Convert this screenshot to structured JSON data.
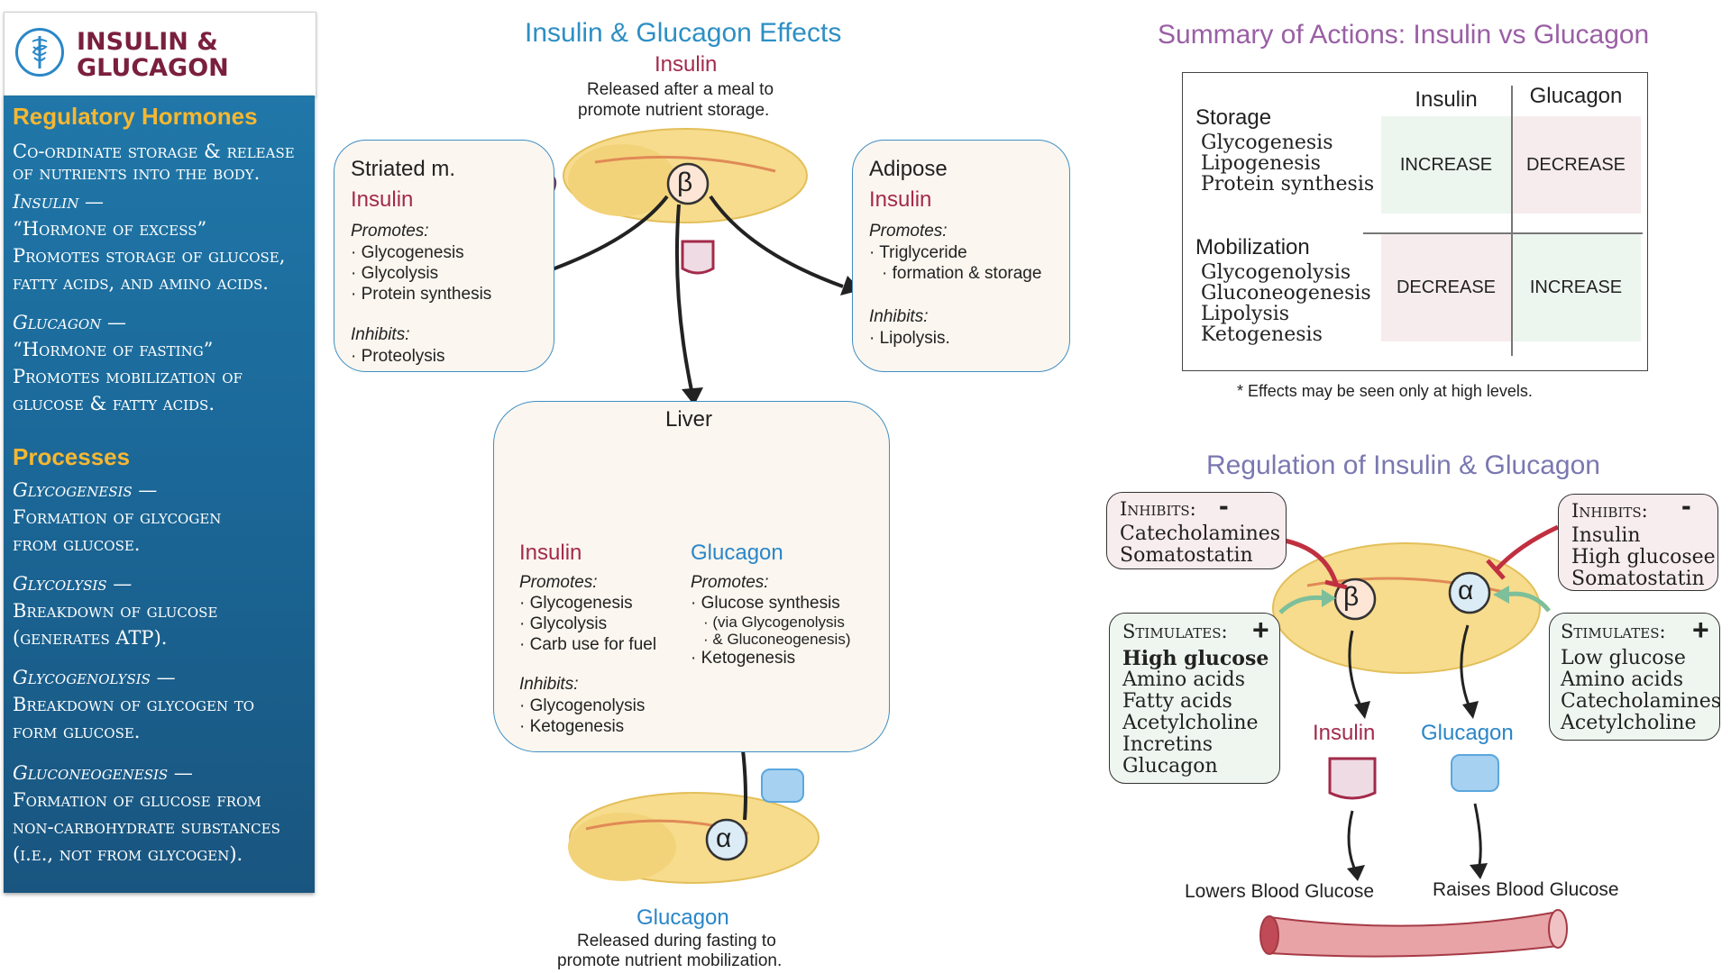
{
  "header": {
    "title_line1": "INSULIN &",
    "title_line2": "GLUCAGON",
    "logo_icon": "caduceus-icon"
  },
  "left": {
    "reg_heading": "Regulatory Hormones",
    "reg_lines": [
      "Co-ordinate storage & release",
      "of nutrients into the body."
    ],
    "insulin_label": "Insulin —",
    "insulin_lines": [
      "“Hormone of excess”",
      "Promotes storage of glucose,",
      "fatty acids, and amino acids."
    ],
    "glucagon_label": "Glucagon —",
    "glucagon_lines": [
      "“Hormone of fasting”",
      "Promotes mobilization of",
      "glucose & fatty acids."
    ],
    "proc_heading": "Processes",
    "processes": [
      {
        "name": "Glycogenesis —",
        "lines": [
          "Formation of glycogen",
          "from glucose."
        ]
      },
      {
        "name": "Glycolysis —",
        "lines": [
          "Breakdown of glucose",
          "(generates ATP)."
        ]
      },
      {
        "name": "Glycogenolysis —",
        "lines": [
          "Breakdown of glycogen to",
          "form glucose."
        ]
      },
      {
        "name": "Gluconeogenesis —",
        "lines": [
          "Formation of glucose from",
          "non-carbohydrate substances",
          "(i.e., not from glycogen)."
        ]
      }
    ]
  },
  "center": {
    "title": "Insulin & Glucagon Effects",
    "insulin_label": "Insulin",
    "insulin_desc1": "Released after a meal to",
    "insulin_desc2": "promote nutrient storage.",
    "beta_symbol": "β",
    "alpha_symbol": "α",
    "glucagon_label": "Glucagon",
    "glucagon_desc1": "Released during fasting to",
    "glucagon_desc2": "promote nutrient mobilization.",
    "muscle": {
      "title": "Striated m.",
      "hormone": "Insulin",
      "promotes_label": "Promotes:",
      "promotes": [
        "Glycogenesis",
        "Glycolysis",
        "Protein synthesis"
      ],
      "inhibits_label": "Inhibits:",
      "inhibits": [
        "Proteolysis"
      ]
    },
    "adipose": {
      "title": "Adipose",
      "hormone": "Insulin",
      "promotes_label": "Promotes:",
      "promotes": [
        "Triglyceride",
        "formation & storage"
      ],
      "inhibits_label": "Inhibits:",
      "inhibits": [
        "Lipolysis."
      ]
    },
    "liver": {
      "title": "Liver",
      "insulin": "Insulin",
      "ins_promotes_label": "Promotes:",
      "ins_promotes": [
        "Glycogenesis",
        "Glycolysis",
        "Carb use for fuel"
      ],
      "ins_inhibits_label": "Inhibits:",
      "ins_inhibits": [
        "Glycogenolysis",
        "Ketogenesis"
      ],
      "glucagon": "Glucagon",
      "glu_promotes_label": "Promotes:",
      "glu_promotes": [
        "Glucose synthesis",
        "(via Glycogenolysis",
        "& Gluconeogenesis)",
        "Ketogenesis"
      ]
    }
  },
  "summary": {
    "title": "Summary of Actions: Insulin vs Glucagon",
    "col_insulin": "Insulin",
    "col_glucagon": "Glucagon",
    "storage": {
      "label": "Storage",
      "items": [
        "Glycogenesis",
        "Lipogenesis",
        "Protein synthesis"
      ],
      "insulin": "INCREASE",
      "glucagon": "DECREASE"
    },
    "mobilization": {
      "label": "Mobilization",
      "items": [
        "Glycogenolysis",
        "Gluconeogenesis",
        "Lipolysis",
        "Ketogenesis"
      ],
      "insulin": "DECREASE",
      "glucagon": "INCREASE"
    },
    "footnote": "*  Effects may be seen only at high levels."
  },
  "regulation": {
    "title": "Regulation of Insulin & Glucagon",
    "inhibits_left": {
      "label": "Inhibits:",
      "sign": "-",
      "items": [
        "Catecholamines",
        "Somatostatin"
      ]
    },
    "inhibits_right": {
      "label": "Inhibits:",
      "sign": "-",
      "items": [
        "Insulin",
        "High glucosee",
        "Somatostatin"
      ]
    },
    "stim_left": {
      "label": "Stimulates:",
      "sign": "+",
      "bold_item": "High glucose",
      "items": [
        "Amino acids",
        "Fatty acids",
        "Acetylcholine",
        "Incretins",
        "Glucagon"
      ]
    },
    "stim_right": {
      "label": "Stimulates:",
      "sign": "+",
      "items": [
        "Low glucose",
        "Amino acids",
        "Catecholamines",
        "Acetylcholine"
      ]
    },
    "beta_symbol": "β",
    "alpha_symbol": "α",
    "insulin_label": "Insulin",
    "glucagon_label": "Glucagon",
    "lowers": "Lowers Blood Glucose",
    "raises": "Raises Blood Glucose"
  },
  "colors": {
    "insulin": "#a32a4a",
    "glucagon": "#2a86c8",
    "title_purple": "#9a5fa5",
    "panel_blue": "#1b6a9b",
    "accent_gold": "#f5b731"
  }
}
